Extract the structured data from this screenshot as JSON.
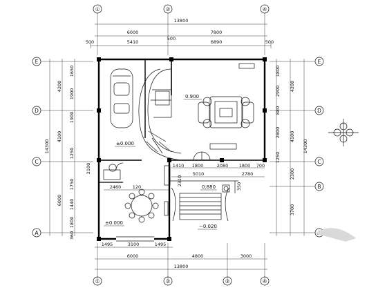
{
  "axes": {
    "top": [
      "①",
      "②",
      "④"
    ],
    "bottom": [
      "①",
      "②",
      "③",
      "④"
    ],
    "left": [
      "E",
      "D",
      "C",
      "A"
    ],
    "right": [
      "E",
      "D",
      "C",
      "B",
      "A"
    ]
  },
  "top_dims": {
    "total": "13800",
    "row2": [
      "6000",
      "7800"
    ],
    "row3": [
      "500",
      "5410",
      "500",
      "6890",
      "500"
    ]
  },
  "bottom_dims": {
    "row1": [
      "1495",
      "3100",
      "1495"
    ],
    "row2": [
      "6000",
      "4800",
      "3000"
    ],
    "total": "13800"
  },
  "left_dims": {
    "outer": "14300",
    "mid": [
      "4200",
      "4100",
      "6000"
    ],
    "inner": [
      "1650",
      "1900",
      "1900",
      "1250",
      "1750",
      "1440",
      "1800",
      "360"
    ]
  },
  "right_dims": {
    "outer": "14300",
    "mid": [
      "4200",
      "4100",
      "2300",
      "3700"
    ],
    "inner": [
      "1800",
      "2900",
      "880",
      "2800",
      "1250"
    ]
  },
  "inner_dims": {
    "living_row": [
      "1410",
      "1800",
      "2080",
      "1800",
      "700"
    ],
    "entry_row": [
      "5010",
      "2780"
    ],
    "dining_w": "2460",
    "table": "120",
    "bath_w": "2310",
    "step_h": "350",
    "vert_small": "2100"
  },
  "levels": {
    "garage": "±0.000",
    "living": "0.900",
    "entry": "0.880",
    "dining": "±0.000",
    "outside": "−0.020"
  }
}
